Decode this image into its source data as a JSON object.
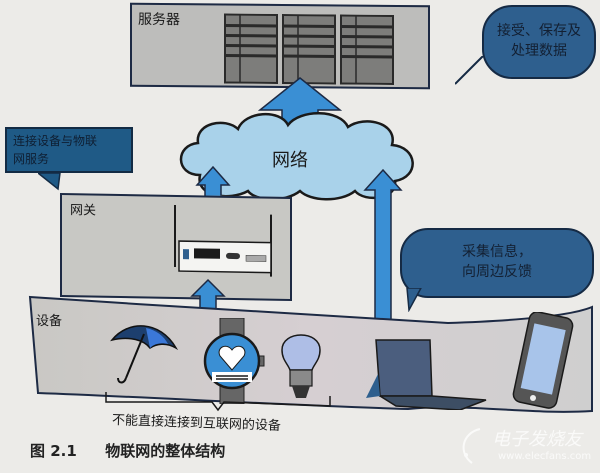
{
  "diagram": {
    "server_panel": {
      "label": "服务器",
      "server_count": 3
    },
    "server_bubble": {
      "line1": "接受、保存及",
      "line2": "处理数据"
    },
    "network_cloud": {
      "label": "网络"
    },
    "gateway_bubble": {
      "line1": "连接设备与物联",
      "line2": "网服务"
    },
    "gateway_panel": {
      "label": "网关"
    },
    "device_bubble": {
      "line1": "采集信息，",
      "line2": "向周边反馈"
    },
    "device_panel": {
      "label": "设备"
    },
    "devices": [
      {
        "name": "umbrella"
      },
      {
        "name": "smartwatch"
      },
      {
        "name": "light-bulb"
      },
      {
        "name": "laptop"
      },
      {
        "name": "smartphone"
      }
    ],
    "brace_label": "不能直接连接到互联网的设备",
    "caption": {
      "number": "图 2.1",
      "title": "物联网的整体结构"
    },
    "watermark": {
      "name": "电子发烧友",
      "url": "www.elecfans.com"
    },
    "colors": {
      "arrow": "#3a8fd4",
      "bubble": "#2e5f8e",
      "cloud": "#a9d2ea",
      "panel": "#b9b9b6"
    }
  }
}
